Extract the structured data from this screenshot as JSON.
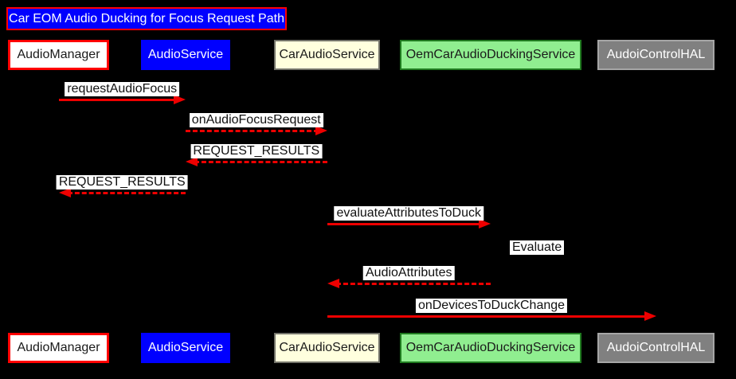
{
  "diagram_type": "sequence",
  "background": "#000000",
  "arrow_color": "#ee0000",
  "label_bg": "#ffffff",
  "label_text_color": "#111111",
  "title": {
    "text": "Car EOM Audio Ducking for Focus Request Path",
    "fill": "#0000ff",
    "border_color": "#ff0000",
    "text_color": "#ffffff"
  },
  "participants": [
    {
      "id": "AudioManager",
      "label": "AudioManager",
      "fill": "#ffffff",
      "border_color": "#ff0000",
      "text_color": "#1a1a1a"
    },
    {
      "id": "AudioService",
      "label": "AudioService",
      "fill": "#0000ff",
      "border_color": "#0000ff",
      "text_color": "#ffffff"
    },
    {
      "id": "CarAudioService",
      "label": "CarAudioService",
      "fill": "#ffffde",
      "border_color": "#73736a",
      "text_color": "#1a1a1a"
    },
    {
      "id": "OemCarAudioDuckingService",
      "label": "OemCarAudioDuckingService",
      "fill": "#90ee90",
      "border_color": "#1f7a1f",
      "text_color": "#1a1a1a"
    },
    {
      "id": "AudoiControlHAL",
      "label": "AudoiControlHAL",
      "fill": "#808080",
      "border_color": "#a6a6a6",
      "text_color": "#ffffff"
    }
  ],
  "messages": [
    {
      "label": "requestAudioFocus",
      "from": "AudioManager",
      "to": "AudioService",
      "line": "solid"
    },
    {
      "label": "onAudioFocusRequest",
      "from": "AudioService",
      "to": "CarAudioService",
      "line": "dashed"
    },
    {
      "label": "REQUEST_RESULTS",
      "from": "CarAudioService",
      "to": "AudioService",
      "line": "dashed"
    },
    {
      "label": "REQUEST_RESULTS",
      "from": "AudioService",
      "to": "AudioManager",
      "line": "dashed"
    },
    {
      "label": "evaluateAttributesToDuck",
      "from": "CarAudioService",
      "to": "OemCarAudioDuckingService",
      "line": "solid"
    },
    {
      "label": "Evaluate",
      "from": "OemCarAudioDuckingService",
      "to": "OemCarAudioDuckingService",
      "line": "self"
    },
    {
      "label": "AudioAttributes",
      "from": "OemCarAudioDuckingService",
      "to": "CarAudioService",
      "line": "dashed"
    },
    {
      "label": "onDevicesToDuckChange",
      "from": "CarAudioService",
      "to": "AudoiControlHAL",
      "line": "solid"
    }
  ]
}
